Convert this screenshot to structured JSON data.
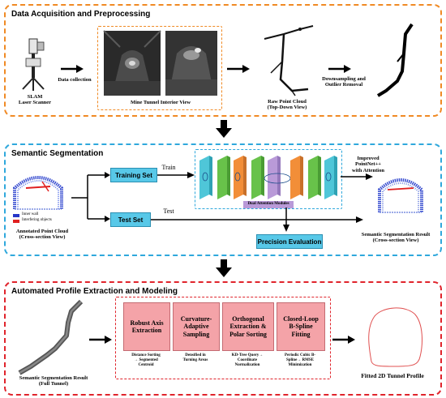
{
  "panel1": {
    "title": "Data Acquisition and Preprocessing",
    "scanner_label": "SLAM\nLaser Scanner",
    "collection_label": "Data collection",
    "tunnel_view_label": "Mine Tunnel Interior View",
    "raw_cloud_label": "Raw Point Cloud\n(Top-Down View)",
    "downsample_label": "Downsampling and\nOutlier Removal",
    "border_color": "#f08a24"
  },
  "panel2": {
    "title": "Semantic Segmentation",
    "training_set": "Training Set",
    "train_label": "Train",
    "test_set": "Test Set",
    "test_label": "Test",
    "network_label": "Improved\nPointNet++\nwith Attention",
    "attention_label": "Dual Attention Modules",
    "precision_label": "Precision Evaluation",
    "annotated_label": "Annotated Point Cloud\n(Cross-section View)",
    "legend_inner": "Inner wall",
    "legend_interfering": "Interfering objects",
    "result_label": "Semantic Segmentation Result\n(Cross-section View)",
    "border_color": "#2fa8dc"
  },
  "panel3": {
    "title": "Automated Profile Extraction and Modeling",
    "steps": [
      {
        "title": "Robust Axis\nExtraction",
        "desc": "Distance Sorting\n→ Segmented\nCentroid"
      },
      {
        "title": "Curvature-\nAdaptive\nSampling",
        "desc": "Densified in\nTurning Areas"
      },
      {
        "title": "Orthogonal\nExtraction &\nPolar Sorting",
        "desc": "KD-Tree Query→\nCoordinate\nNormalization"
      },
      {
        "title": "Closed-Loop\nB-Spline\nFitting",
        "desc": "Periodic Cubic B-\nSpline→ RMSE\nMinimization"
      }
    ],
    "full_tunnel_label": "Semantic Segmentation Result\n(Full Tunnel)",
    "profile_label": "Fitted 2D Tunnel Profile",
    "border_color": "#e0242c"
  }
}
